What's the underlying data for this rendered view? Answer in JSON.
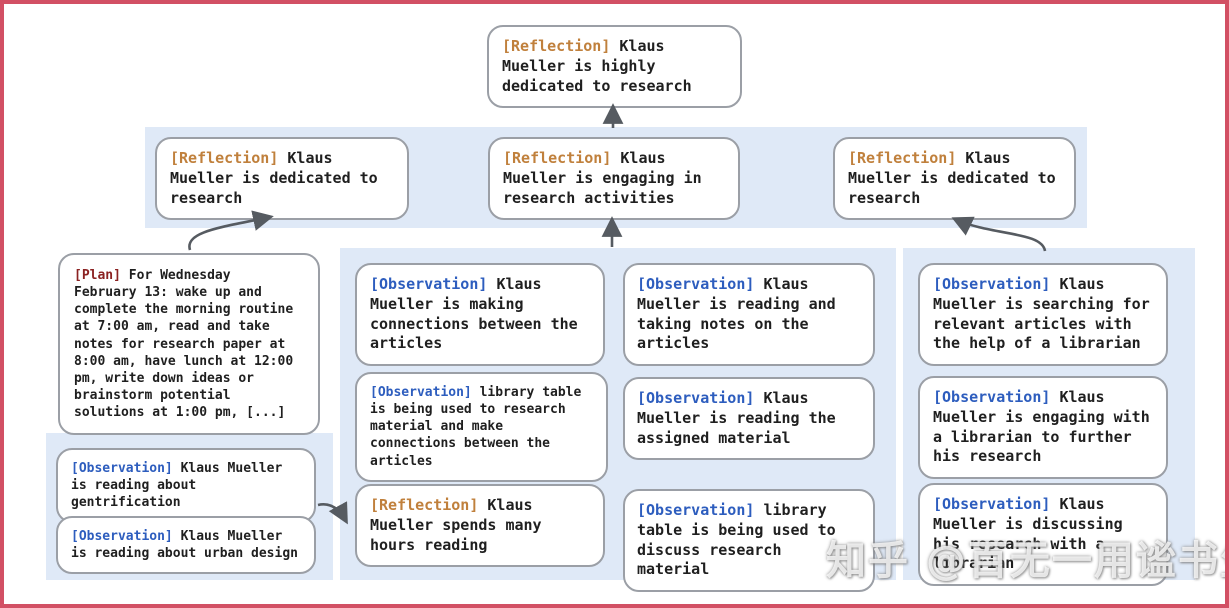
{
  "watermark": "知乎 @百无一用谧书生",
  "colors": {
    "frame": "#d25064",
    "band": "#dfe9f7",
    "box_border": "#9b9fa6",
    "arrow": "#565b61",
    "reflection": "#c0803c",
    "observation": "#2d5dbe",
    "plan": "#8b2222",
    "ink": "#1f1f1f"
  },
  "nodes": {
    "root": {
      "type": "reflection",
      "tag": "[Reflection]",
      "text": "Klaus Mueller is highly dedicated to research"
    },
    "level2": [
      {
        "type": "reflection",
        "tag": "[Reflection]",
        "text": "Klaus Mueller is dedicated to research"
      },
      {
        "type": "reflection",
        "tag": "[Reflection]",
        "text": "Klaus Mueller is engaging in research activities"
      },
      {
        "type": "reflection",
        "tag": "[Reflection]",
        "text": "Klaus Mueller is dedicated to research"
      }
    ],
    "plan": {
      "type": "plan",
      "tag": "[Plan]",
      "text": "For Wednesday February 13: wake up and complete the morning routine at 7:00 am, read and take notes for research paper at 8:00 am, have lunch at 12:00 pm, write down ideas or brainstorm potential solutions at 1:00 pm, [...]"
    },
    "bottom_left": [
      {
        "type": "observation",
        "tag": "[Observation]",
        "text": "Klaus Mueller is reading about gentrification"
      },
      {
        "type": "observation",
        "tag": "[Observation]",
        "text": "Klaus Mueller is reading about urban design"
      }
    ],
    "middle_col_a": [
      {
        "type": "observation",
        "tag": "[Observation]",
        "text": "Klaus Mueller is making connections between the articles"
      },
      {
        "type": "observation",
        "tag": "[Observation]",
        "text": "library table is being used to research material and make connections between the articles"
      },
      {
        "type": "reflection",
        "tag": "[Reflection]",
        "text": "Klaus Mueller spends many hours reading"
      }
    ],
    "middle_col_b": [
      {
        "type": "observation",
        "tag": "[Observation]",
        "text": "Klaus Mueller is reading and taking notes on the articles"
      },
      {
        "type": "observation",
        "tag": "[Observation]",
        "text": "Klaus Mueller is reading the assigned material"
      },
      {
        "type": "observation",
        "tag": "[Observation]",
        "text": "library table is being used to discuss research material"
      }
    ],
    "right_col": [
      {
        "type": "observation",
        "tag": "[Observation]",
        "text": "Klaus Mueller is searching for relevant articles with the help of a librarian"
      },
      {
        "type": "observation",
        "tag": "[Observation]",
        "text": "Klaus Mueller is engaging with a librarian to further his research"
      },
      {
        "type": "observation",
        "tag": "[Observation]",
        "text": "Klaus Mueller is discussing his research with a librarian"
      }
    ]
  }
}
